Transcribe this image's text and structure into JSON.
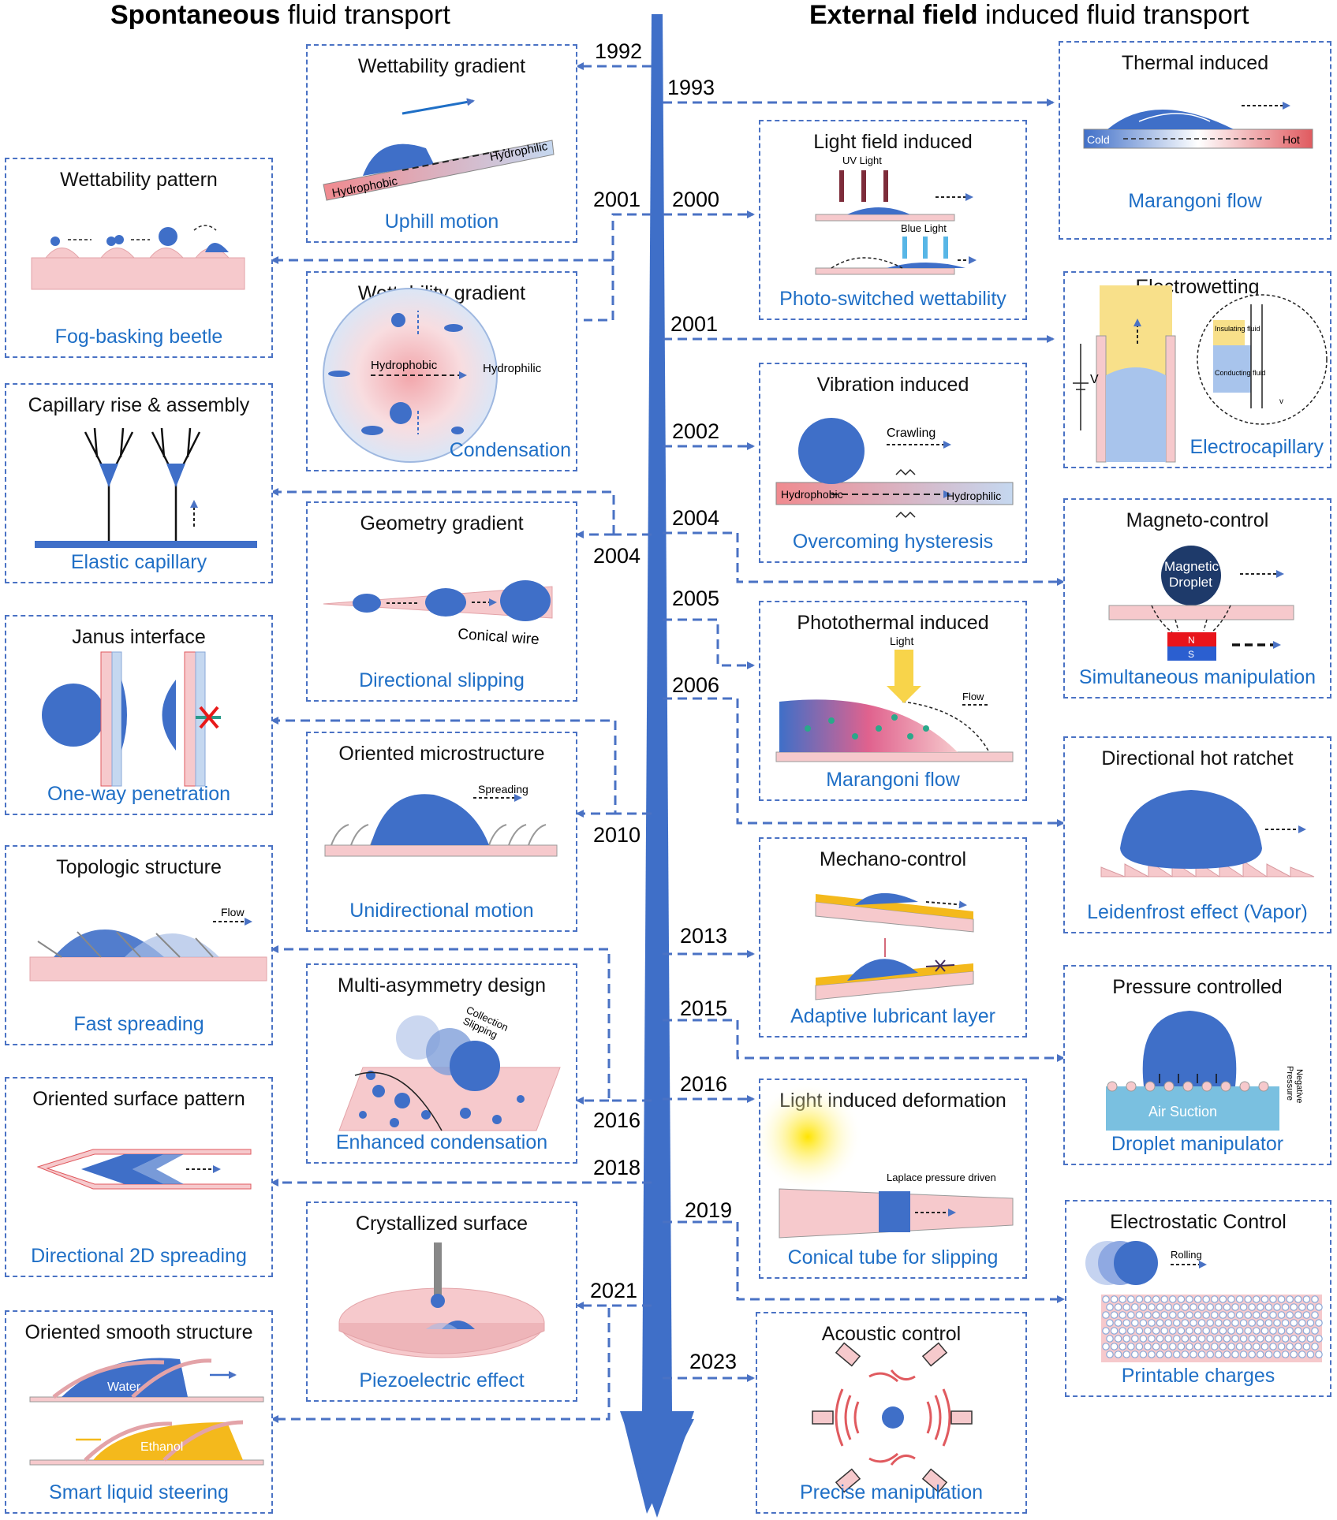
{
  "headers": {
    "left_bold": "Spontaneous",
    "left_rest": " fluid transport",
    "right_bold": "External field",
    "right_rest": " induced fluid transport"
  },
  "colors": {
    "accent_blue": "#4a72c4",
    "droplet_blue": "#3f6fc8",
    "caption_blue": "#1f6fc6",
    "pink": "#f6c9cc",
    "red": "#e05a5f"
  },
  "left_outer": [
    {
      "title": "Wettability pattern",
      "caption": "Fog-basking beetle",
      "icon": "fog-basking-beetle-illustration"
    },
    {
      "title": "Capillary rise & assembly",
      "caption": "Elastic capillary",
      "icon": "elastic-capillary-illustration"
    },
    {
      "title": "Janus interface",
      "caption": "One-way penetration",
      "icon": "janus-interface-illustration"
    },
    {
      "title": "Topologic structure",
      "caption": "Fast spreading",
      "icon": "topologic-structure-illustration",
      "labels": [
        "Flow"
      ]
    },
    {
      "title": "Oriented surface pattern",
      "caption": "Directional 2D spreading",
      "icon": "oriented-pattern-illustration"
    },
    {
      "title": "Oriented smooth structure",
      "caption": "Smart liquid steering",
      "icon": "smooth-structure-illustration",
      "labels": [
        "Water",
        "Ethanol"
      ]
    }
  ],
  "left_inner": [
    {
      "title": "Wettability gradient",
      "caption": "Uphill motion",
      "icon": "uphill-motion-illustration",
      "labels": [
        "Hydrophobic",
        "Hydrophilic"
      ]
    },
    {
      "title": "Wettability gradient",
      "caption": "Condensation",
      "icon": "condensation-illustration",
      "labels": [
        "Hydrophobic",
        "Hydrophilic"
      ]
    },
    {
      "title": "Geometry gradient",
      "caption": "Directional slipping",
      "icon": "conical-wire-illustration",
      "labels": [
        "Conical wire"
      ]
    },
    {
      "title": "Oriented microstructure",
      "caption": "Unidirectional motion",
      "icon": "microstructure-illustration",
      "labels": [
        "Spreading"
      ]
    },
    {
      "title": "Multi-asymmetry design",
      "caption": "Enhanced condensation",
      "icon": "multi-asymmetry-illustration",
      "labels": [
        "Collection",
        "Slipping"
      ]
    },
    {
      "title": "Crystallized surface",
      "caption": "Piezoelectric effect",
      "icon": "crystallized-surface-illustration"
    }
  ],
  "right_inner": [
    {
      "title": "Light field induced",
      "caption": "Photo-switched wettability",
      "icon": "light-field-illustration",
      "labels": [
        "UV Light",
        "Blue Light"
      ]
    },
    {
      "title": "Vibration induced",
      "caption": "Overcoming hysteresis",
      "icon": "vibration-illustration",
      "labels": [
        "Crawling",
        "Hydrophobic",
        "Hydrophilic"
      ]
    },
    {
      "title": "Photothermal induced",
      "caption": "Marangoni flow",
      "icon": "photothermal-illustration",
      "labels": [
        "Light",
        "Flow"
      ]
    },
    {
      "title": "Mechano-control",
      "caption": "Adaptive lubricant layer",
      "icon": "mechano-control-illustration"
    },
    {
      "title": "Light induced deformation",
      "caption": "Conical tube for slipping",
      "icon": "light-deformation-illustration",
      "labels": [
        "Laplace pressure driven"
      ]
    },
    {
      "title": "Acoustic control",
      "caption": "Precise manipulation",
      "icon": "acoustic-illustration"
    }
  ],
  "right_outer": [
    {
      "title": "Thermal induced",
      "caption": "Marangoni flow",
      "icon": "thermal-illustration",
      "labels": [
        "Cold",
        "Hot"
      ]
    },
    {
      "title": "Electrowetting",
      "caption": "Electrocapillary",
      "icon": "electrowetting-illustration",
      "labels": [
        "V",
        "Insulating fluid",
        "Conducting fluid",
        "v"
      ]
    },
    {
      "title": "Magneto-control",
      "caption": "Simultaneous manipulation",
      "icon": "magneto-illustration",
      "labels": [
        "Magnetic",
        "Droplet",
        "N",
        "S"
      ]
    },
    {
      "title": "Directional hot ratchet",
      "caption": "Leidenfrost effect (Vapor)",
      "icon": "ratchet-illustration"
    },
    {
      "title": "Pressure controlled",
      "caption": "Droplet manipulator",
      "icon": "pressure-illustration",
      "labels": [
        "Air Suction",
        "Negative",
        "Pressure"
      ]
    },
    {
      "title": "Electrostatic Control",
      "caption": "Printable charges",
      "icon": "electrostatic-illustration",
      "labels": [
        "Rolling"
      ]
    }
  ],
  "years_left": [
    "1992",
    "2001",
    "2004",
    "2010",
    "2016",
    "2018",
    "2021"
  ],
  "years_right": [
    "1993",
    "2000",
    "2001",
    "2002",
    "2004",
    "2005",
    "2006",
    "2013",
    "2015",
    "2016",
    "2019",
    "2023"
  ]
}
